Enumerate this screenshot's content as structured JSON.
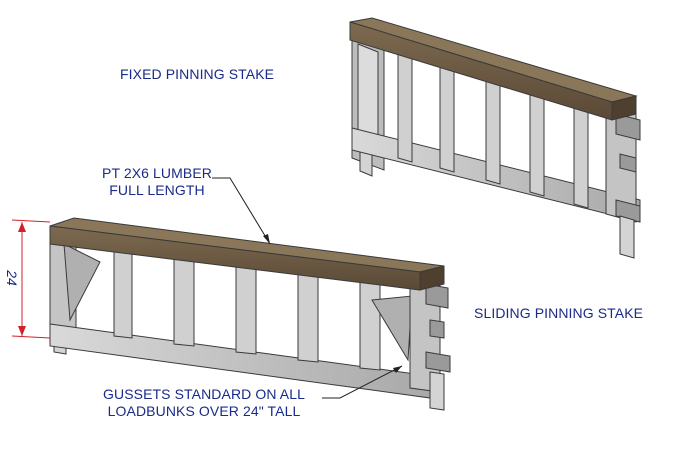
{
  "labels": {
    "fixed_stake": "FIXED PINNING STAKE",
    "lumber_line1": "PT 2X6 LUMBER",
    "lumber_line2": "FULL LENGTH",
    "sliding_stake": "SLIDING PINNING STAKE",
    "gussets_line1": "GUSSETS STANDARD ON ALL",
    "gussets_line2": "LOADBUNKS OVER 24\" TALL"
  },
  "dimension": {
    "height": "24"
  },
  "colors": {
    "label_text": "#1a2a8a",
    "dimension_line": "#d0202a",
    "steel": "#c8c8c8",
    "steel_dark": "#8c8c8c",
    "lumber": "#6b5a44"
  }
}
